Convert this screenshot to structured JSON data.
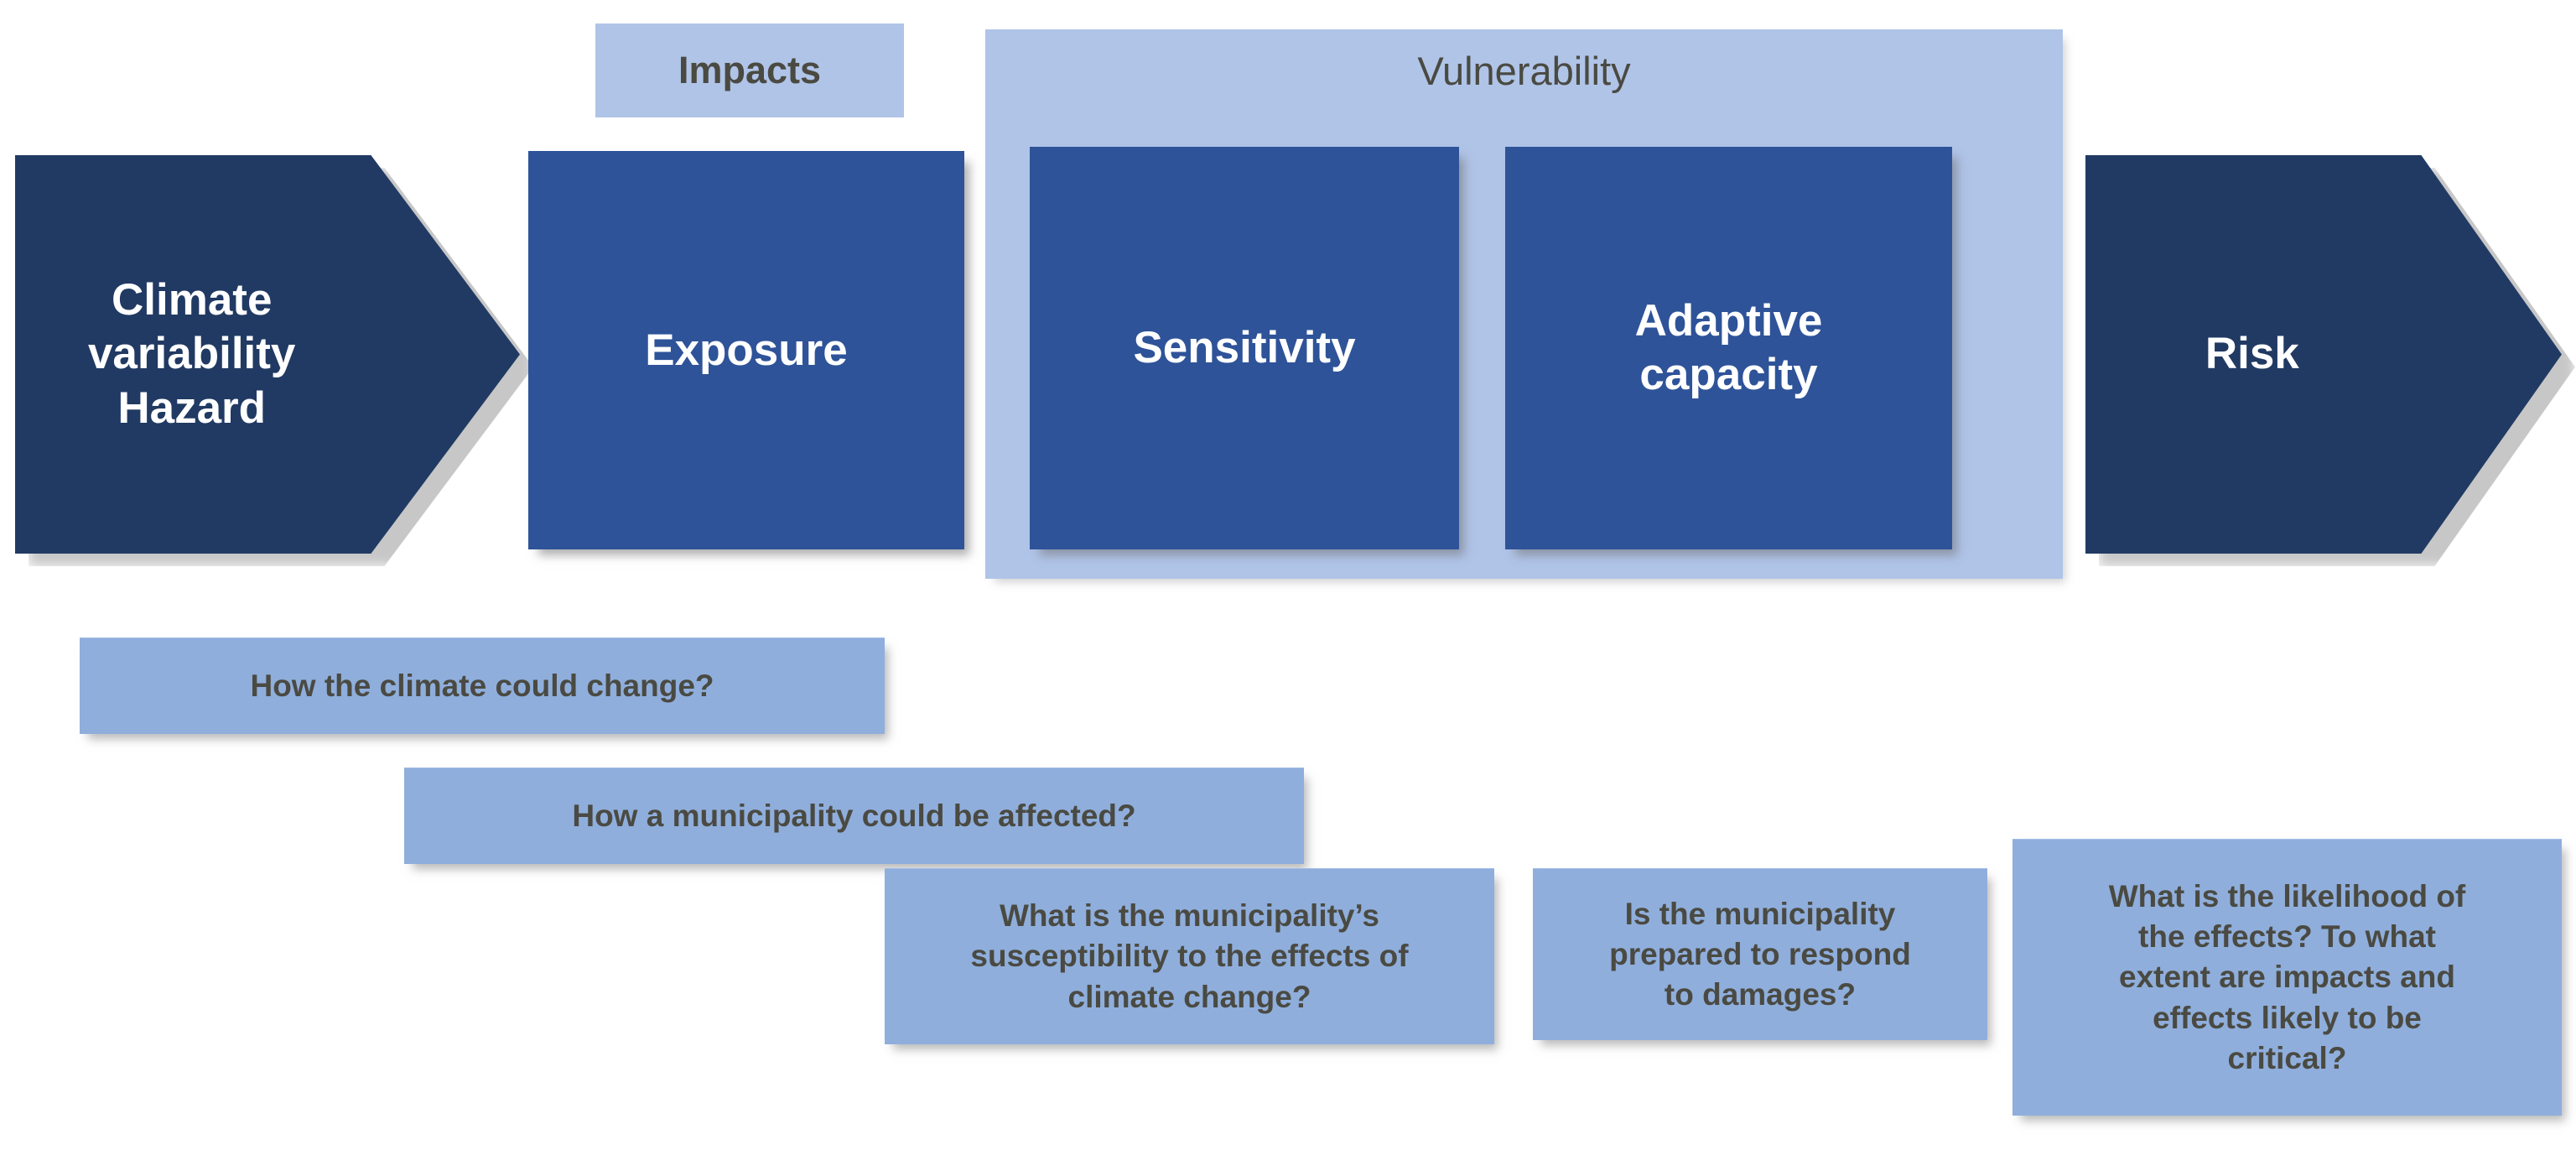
{
  "diagram": {
    "title": "Climate risk conceptual framework",
    "colors": {
      "dark_navy": "#213A63",
      "mid_blue": "#2E5399",
      "light_blue_container": "#B0C4E8",
      "question_blue": "#8FAEDC",
      "text_dark": "#4A4A42",
      "text_light": "#FFFFFF",
      "background": "#FFFFFF"
    },
    "flow": {
      "hazard": {
        "label_line_1": "Climate",
        "label_line_2": "variability",
        "label_line_3": "Hazard",
        "shape": "chevron-right"
      },
      "impacts_caption": {
        "label": "Impacts"
      },
      "exposure": {
        "label": "Exposure",
        "shape": "rectangle"
      },
      "vulnerability": {
        "label": "Vulnerability",
        "shape": "container"
      },
      "sensitivity": {
        "label": "Sensitivity",
        "shape": "rectangle"
      },
      "adaptive_capacity": {
        "label_line_1": "Adaptive",
        "label_line_2": "capacity",
        "shape": "rectangle"
      },
      "risk": {
        "label": "Risk",
        "shape": "chevron-right"
      }
    },
    "questions": [
      {
        "id": "q-climate-change",
        "lines": [
          "How the climate could change?"
        ],
        "relates_to": "hazard"
      },
      {
        "id": "q-municipality-affected",
        "lines": [
          "How a municipality  could be affected?"
        ],
        "relates_to": "exposure"
      },
      {
        "id": "q-susceptibility",
        "lines": [
          "What is the municipality’s",
          "susceptibility  to the effects of",
          "climate  change?"
        ],
        "relates_to": "sensitivity"
      },
      {
        "id": "q-prepared-respond",
        "lines": [
          "Is the municipality",
          "prepared to respond",
          "to damages?"
        ],
        "relates_to": "adaptive_capacity"
      },
      {
        "id": "q-likelihood",
        "lines": [
          "What is the likelihood  of",
          "the effects? To what",
          "extent are impacts and",
          "effects likely  to be",
          "critical?"
        ],
        "relates_to": "risk"
      }
    ]
  }
}
